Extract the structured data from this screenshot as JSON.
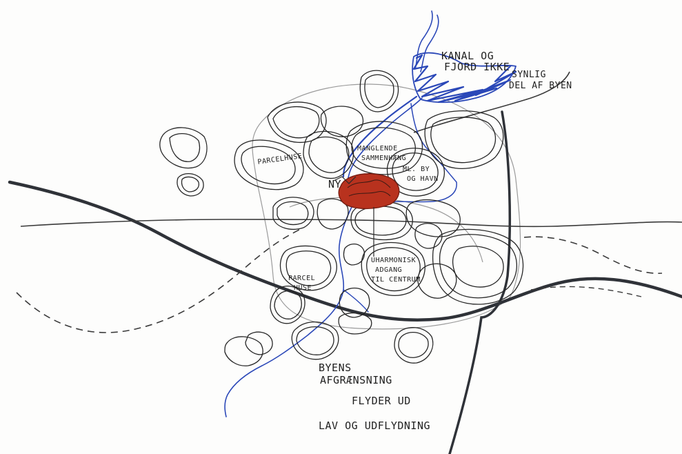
{
  "colors": {
    "ink": "#222222",
    "pencil": "#9a9a9a",
    "water": "#2b48b8",
    "center_fill": "#b8321e",
    "paper": "#fdfdfc"
  },
  "labels": {
    "canal_line1": "KANAL OG",
    "canal_line2": "FJORD IKKE",
    "synlig_line1": "SYNLIG",
    "synlig_line2": "DEL AF BYEN",
    "parcel_left": "PARCELHUSE",
    "manglende_line1": "MANGLENDE",
    "manglende_line2": "SAMMENHÆNG",
    "manglende_line3": "ML. BY",
    "manglende_line4": "OG HAVN",
    "center_scribble": "NY",
    "parcel_bottom_line1": "PARCEL",
    "parcel_bottom_line2": "HUSE",
    "uharmonisk_line1": "UHARMONISK",
    "uharmonisk_line2": "ADGANG",
    "uharmonisk_line3": "TIL CENTRUM",
    "byens_line1": "BYENS",
    "byens_line2": "AFGRÆNSNING",
    "byens_line3": "FLYDER UD",
    "lav_tæt": "LAV OG UDFLYDNING"
  }
}
